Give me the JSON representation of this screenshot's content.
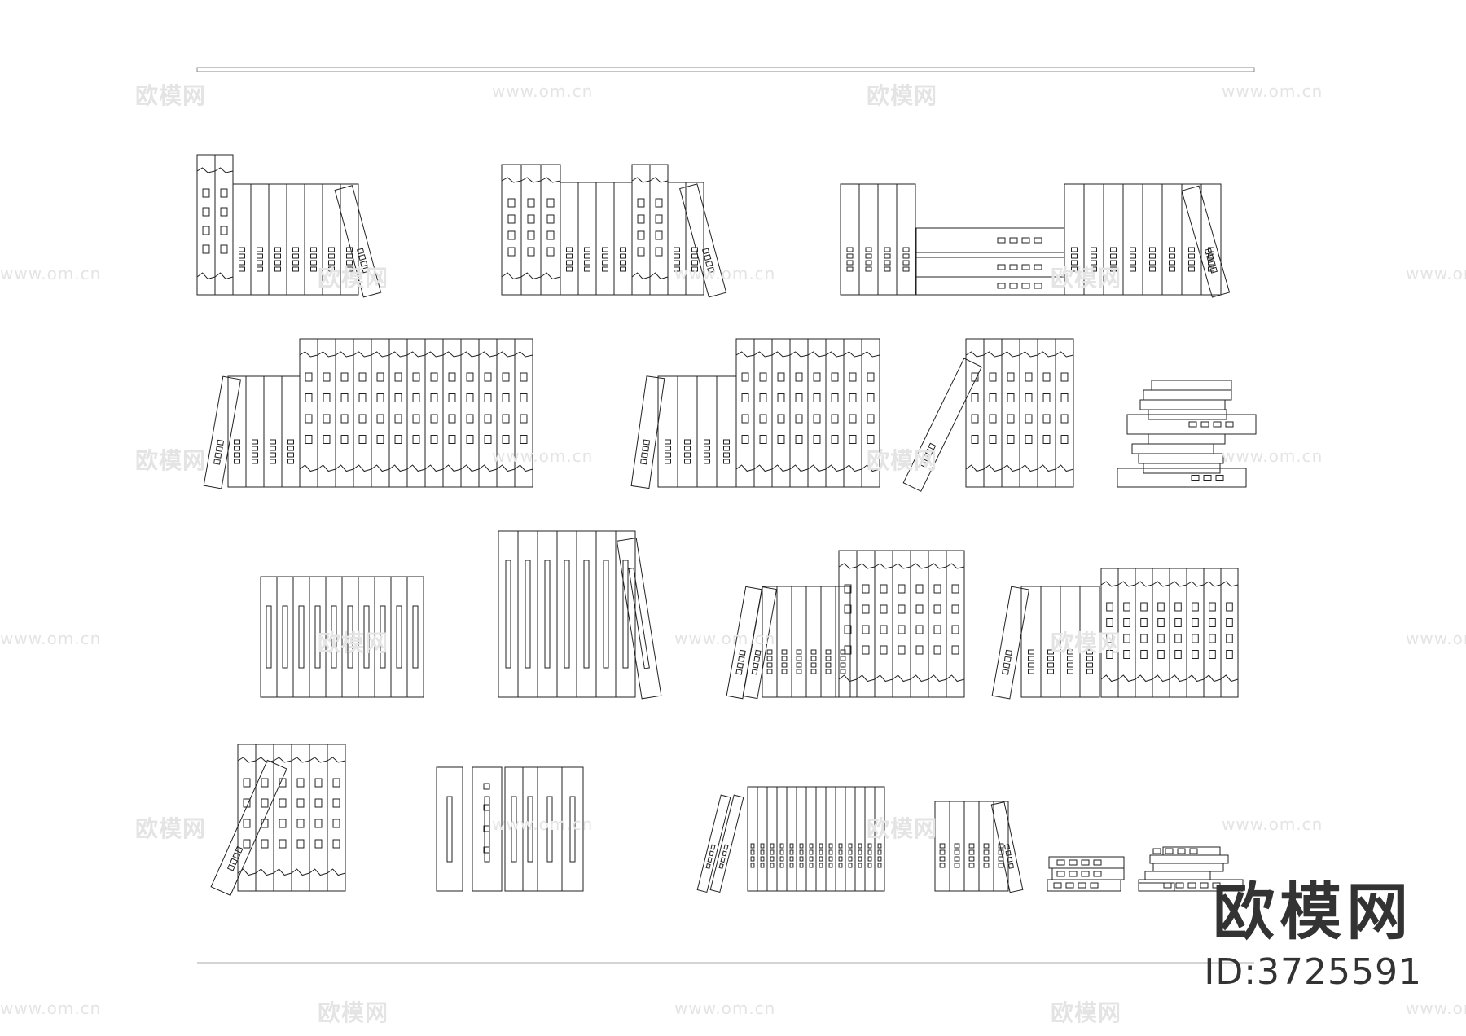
{
  "colors": {
    "line": "#222222",
    "watermark": "#e4e4e4",
    "brand": "#333333",
    "background": "#ffffff"
  },
  "watermark": {
    "logo_text": "欧模网",
    "url_text": "www.om.cn"
  },
  "brand": {
    "logo": "欧模网",
    "id_label": "ID:3725591"
  },
  "drawing": {
    "subject": "book-elevations",
    "groups": [
      {
        "row": 1,
        "books": [
          {
            "kind": "vtall",
            "height": 172,
            "width": 22
          },
          {
            "kind": "vtall",
            "height": 172,
            "width": 22
          },
          {
            "kind": "vshort",
            "height": 136,
            "width": 22
          },
          {
            "kind": "vshort",
            "height": 136,
            "width": 22
          },
          {
            "kind": "vshort",
            "height": 136,
            "width": 22
          },
          {
            "kind": "vshort",
            "height": 136,
            "width": 22
          },
          {
            "kind": "vshort",
            "height": 136,
            "width": 22
          },
          {
            "kind": "vshort",
            "height": 136,
            "width": 22
          },
          {
            "kind": "vshort",
            "height": 136,
            "width": 22
          },
          {
            "kind": "tilt",
            "height": 136,
            "width": 22,
            "angle": -15
          }
        ]
      },
      {
        "row": 1,
        "books": [
          {
            "kind": "vtall",
            "height": 160,
            "width": 24
          },
          {
            "kind": "vtall",
            "height": 160,
            "width": 24
          },
          {
            "kind": "vtall",
            "height": 160,
            "width": 24
          },
          {
            "kind": "vshort",
            "height": 138,
            "width": 22
          },
          {
            "kind": "vshort",
            "height": 138,
            "width": 22
          },
          {
            "kind": "vshort",
            "height": 138,
            "width": 22
          },
          {
            "kind": "vshort",
            "height": 138,
            "width": 22
          },
          {
            "kind": "vtall",
            "height": 160,
            "width": 22
          },
          {
            "kind": "vtall",
            "height": 160,
            "width": 22
          },
          {
            "kind": "vshort",
            "height": 138,
            "width": 22
          },
          {
            "kind": "vshort",
            "height": 138,
            "width": 22
          },
          {
            "kind": "tilt",
            "height": 138,
            "width": 22,
            "angle": -15
          }
        ]
      },
      {
        "row": 2,
        "books": [
          {
            "kind": "tilt",
            "height": 136,
            "width": 22,
            "angle": 10
          },
          {
            "kind": "vshort",
            "height": 136,
            "width": 22
          },
          {
            "kind": "vshort",
            "height": 136,
            "width": 22
          },
          {
            "kind": "vshort",
            "height": 136,
            "width": 22
          },
          {
            "kind": "vshort",
            "height": 136,
            "width": 22
          },
          {
            "kind": "vtall",
            "height": 182,
            "width": 22
          },
          {
            "kind": "vtall",
            "height": 182,
            "width": 22
          },
          {
            "kind": "vtall",
            "height": 182,
            "width": 22
          },
          {
            "kind": "vtall",
            "height": 182,
            "width": 22
          },
          {
            "kind": "vtall",
            "height": 182,
            "width": 22
          },
          {
            "kind": "vtall",
            "height": 182,
            "width": 22
          },
          {
            "kind": "vtall",
            "height": 182,
            "width": 22
          },
          {
            "kind": "vtall",
            "height": 182,
            "width": 22
          },
          {
            "kind": "vtall",
            "height": 182,
            "width": 22
          },
          {
            "kind": "vtall",
            "height": 182,
            "width": 22
          },
          {
            "kind": "vtall",
            "height": 182,
            "width": 22
          },
          {
            "kind": "vtall",
            "height": 182,
            "width": 22
          },
          {
            "kind": "vtall",
            "height": 182,
            "width": 22
          }
        ]
      },
      {
        "row": 3,
        "books": [
          {
            "kind": "plain",
            "height": 148,
            "width": 20
          },
          {
            "kind": "plain",
            "height": 148,
            "width": 20
          },
          {
            "kind": "plain",
            "height": 148,
            "width": 20
          },
          {
            "kind": "plain",
            "height": 148,
            "width": 20
          },
          {
            "kind": "plain",
            "height": 148,
            "width": 20
          },
          {
            "kind": "plain",
            "height": 148,
            "width": 20
          },
          {
            "kind": "plain",
            "height": 148,
            "width": 20
          },
          {
            "kind": "plain",
            "height": 148,
            "width": 20
          },
          {
            "kind": "plain",
            "height": 148,
            "width": 20
          },
          {
            "kind": "plain",
            "height": 148,
            "width": 20
          }
        ]
      },
      {
        "row": 4,
        "books": [
          {
            "kind": "tilt",
            "height": 170,
            "width": 26,
            "angle": 24
          },
          {
            "kind": "vtall",
            "height": 180,
            "width": 22
          },
          {
            "kind": "vtall",
            "height": 180,
            "width": 22
          },
          {
            "kind": "vtall",
            "height": 180,
            "width": 22
          },
          {
            "kind": "vtall",
            "height": 180,
            "width": 22
          },
          {
            "kind": "vtall",
            "height": 180,
            "width": 22
          },
          {
            "kind": "vtall",
            "height": 180,
            "width": 22
          }
        ]
      }
    ]
  }
}
